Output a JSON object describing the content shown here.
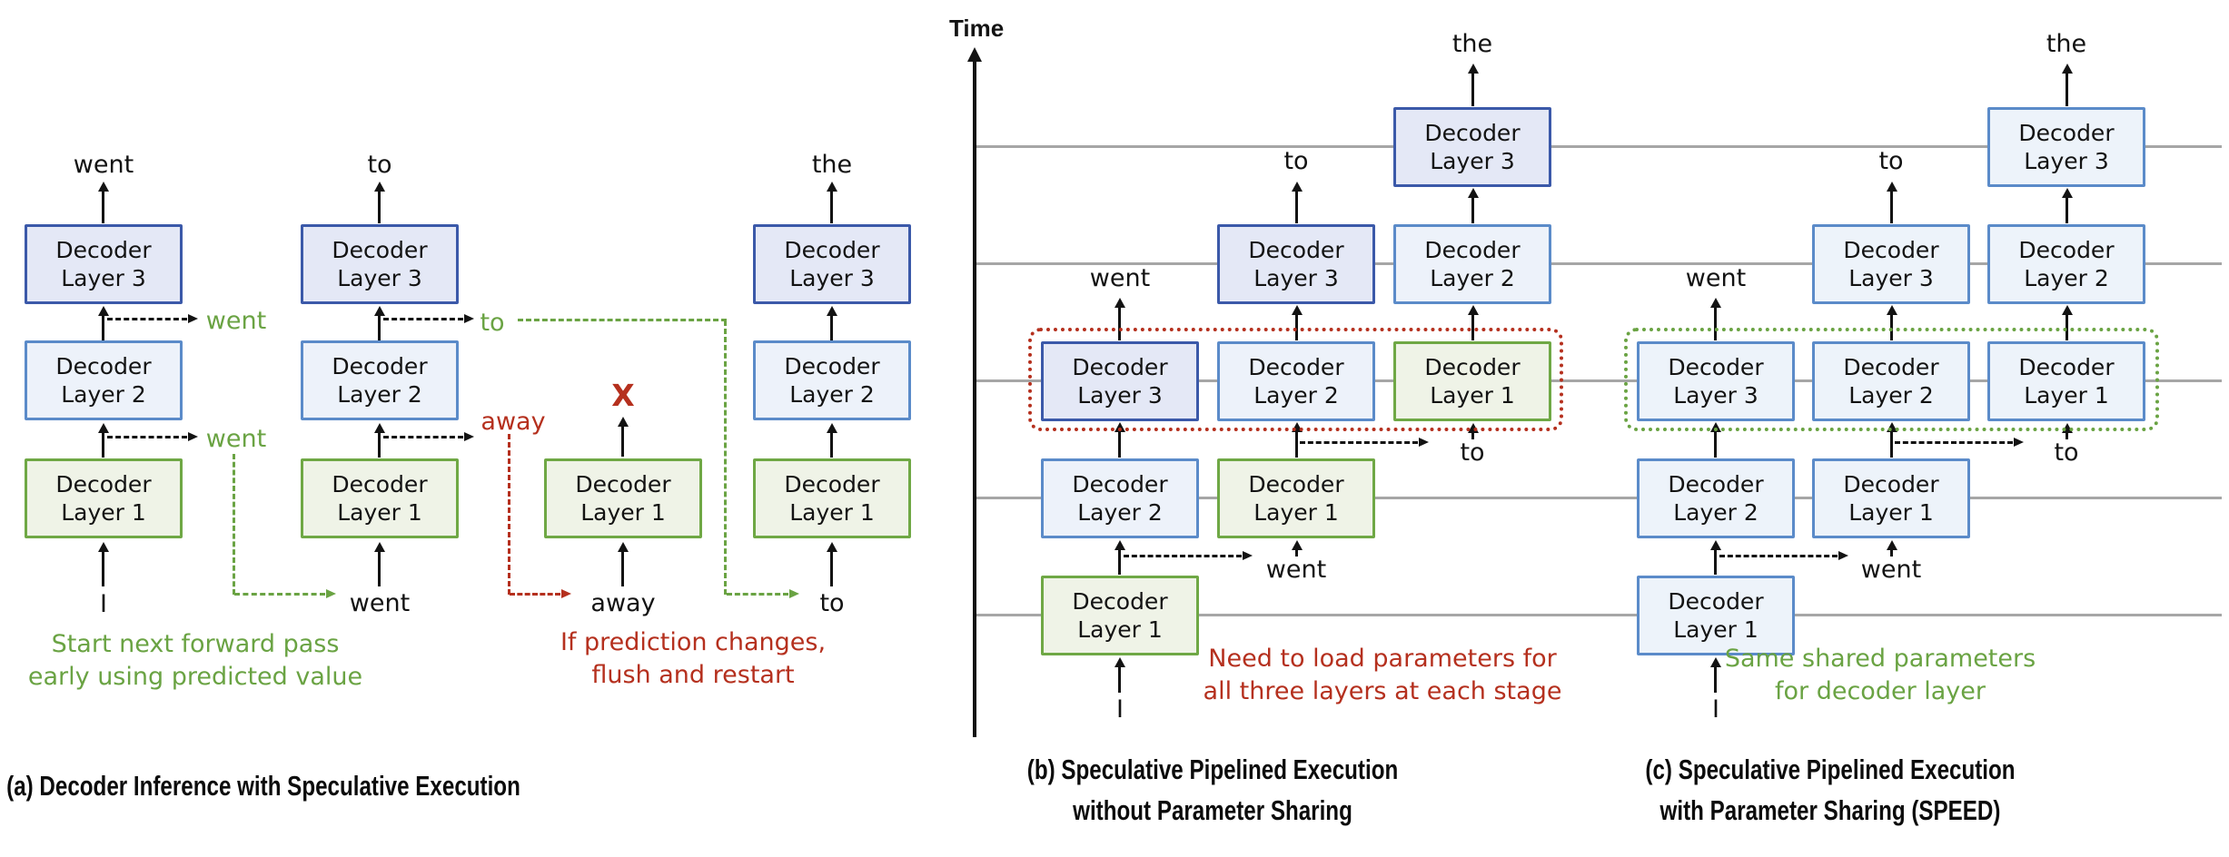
{
  "labels": {
    "decoder": "Decoder",
    "layer_1": "Layer 1",
    "layer_2": "Layer 2",
    "layer_3": "Layer 3",
    "time_axis": "Time",
    "reject_mark": "X"
  },
  "tokens": {
    "input_start": "I",
    "went": "went",
    "to": "to",
    "the": "the",
    "away": "away"
  },
  "panel_a": {
    "title": "(a) Decoder Inference with Speculative Execution",
    "green_note_line1": "Start next forward pass",
    "green_note_line2": "early using predicted value",
    "red_note_line1": "If prediction changes,",
    "red_note_line2": "flush and restart"
  },
  "panel_b": {
    "title_line1": "(b) Speculative Pipelined Execution",
    "title_line2": "without Parameter Sharing",
    "red_note_line1": "Need to load parameters for",
    "red_note_line2": "all three layers at each stage"
  },
  "panel_c": {
    "title_line1": "(c) Speculative Pipelined Execution",
    "title_line2": "with Parameter Sharing (SPEED)",
    "green_note_line1": "Same shared parameters",
    "green_note_line2": "for decoder layer"
  },
  "colors": {
    "layer3_border": "#3b59a9",
    "layer3_fill": "#e4e8f6",
    "layer2_border": "#5b8bc9",
    "layer2_fill": "#edf2fa",
    "layer1_border": "#6fa845",
    "layer1_fill": "#eff3e7",
    "shared_border": "#5b8bc9",
    "shared_fill": "#edf3fa",
    "green_text": "#6aa343",
    "red_text": "#b5301e",
    "timeline_gray": "#a6a6a6",
    "black": "#131313"
  }
}
